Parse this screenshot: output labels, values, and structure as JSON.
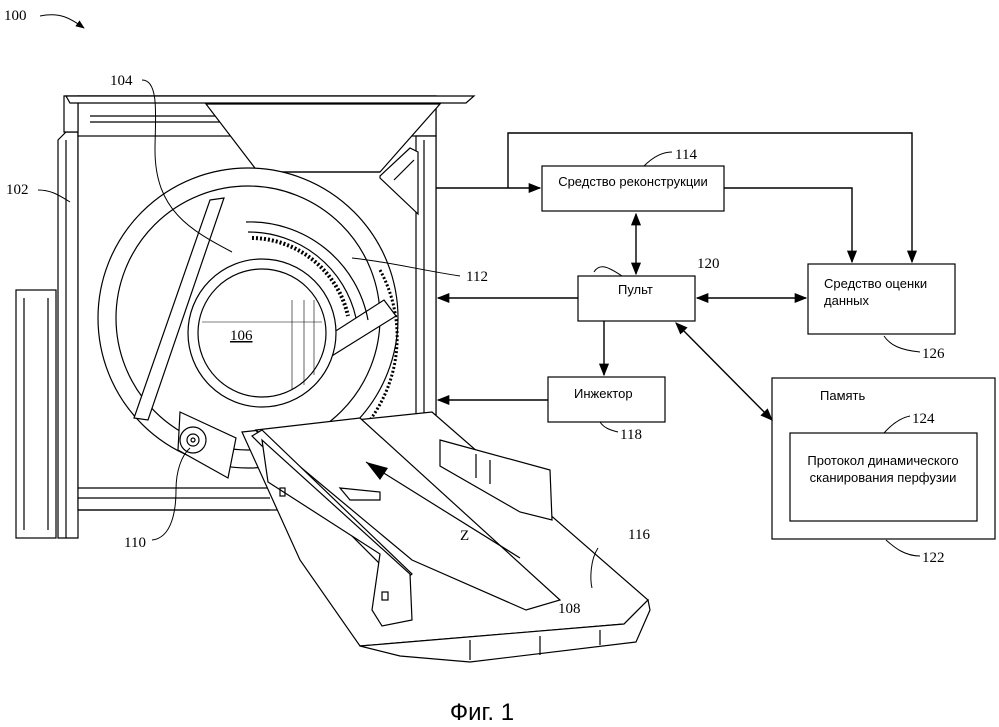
{
  "figure": {
    "caption": "Фиг. 1",
    "refs": {
      "system": "100",
      "gantry": "102",
      "rotating_gantry": "104",
      "examination_region": "106",
      "subject": "108",
      "radiation_source": "110",
      "detector_array": "112",
      "reconstructor": "114",
      "support": "116",
      "injector": "118",
      "console": "120",
      "memory": "122",
      "protocol": "124",
      "data_evaluator": "126",
      "axis_z": "Z"
    }
  },
  "blocks": {
    "reconstructor": "Средство реконструкции",
    "console": "Пульт",
    "data_evaluator_line1": "Средство оценки",
    "data_evaluator_line2": "данных",
    "injector": "Инжектор",
    "memory": "Память",
    "protocol_line1": "Протокол динамического",
    "protocol_line2": "сканирования перфузии"
  }
}
